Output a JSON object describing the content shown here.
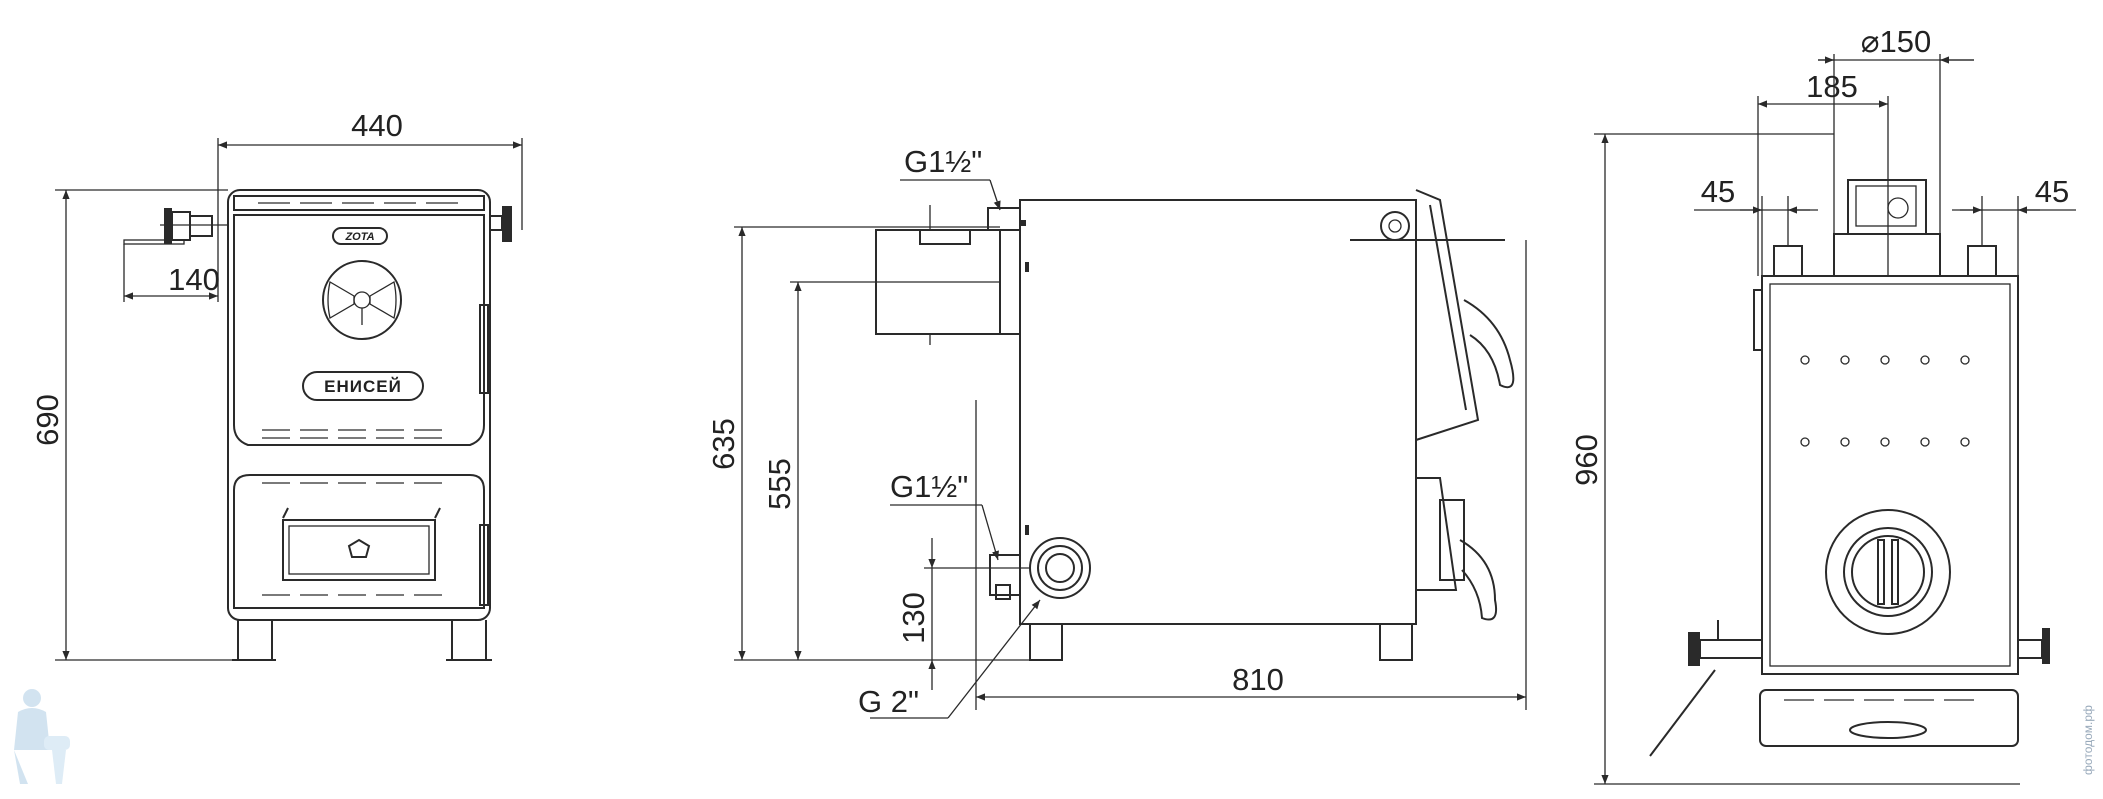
{
  "front_view": {
    "width_label": "440",
    "height_label": "690",
    "pipe_offset_label": "140",
    "logo_text": "ZOTA",
    "brand_text": "ЕНИСЕЙ"
  },
  "side_view": {
    "top_pipe_label": "G1½\"",
    "mid_pipe_label": "G1½\"",
    "drain_label": "G 2\"",
    "height_top_label": "635",
    "height_mid_label": "555",
    "height_low_label": "130",
    "depth_label": "810"
  },
  "rear_view": {
    "flue_diameter_label": "⌀150",
    "flue_offset_label": "185",
    "left_pipe_label": "45",
    "right_pipe_label": "45",
    "height_label": "960"
  },
  "watermark": {
    "text": "фотодом.рф"
  }
}
